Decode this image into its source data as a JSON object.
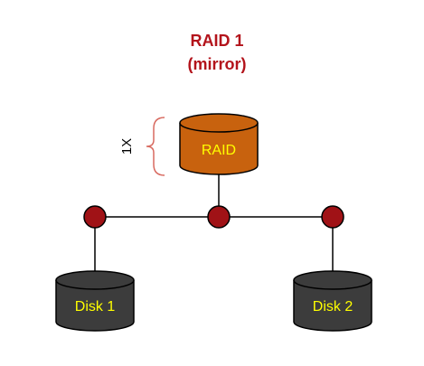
{
  "title": {
    "line1": "RAID 1",
    "line2": "(mirror)",
    "color": "#b3131b"
  },
  "raid_volume": {
    "label": "RAID",
    "fill": "#c8620e",
    "label_color": "#ffff00"
  },
  "multiplier": {
    "label": "1X",
    "brace_color": "#d86a60"
  },
  "disks": [
    {
      "label": "Disk 1",
      "fill": "#3c3c3c",
      "label_color": "#ffff00"
    },
    {
      "label": "Disk 2",
      "fill": "#3c3c3c",
      "label_color": "#ffff00"
    }
  ],
  "node_color": "#a01216"
}
